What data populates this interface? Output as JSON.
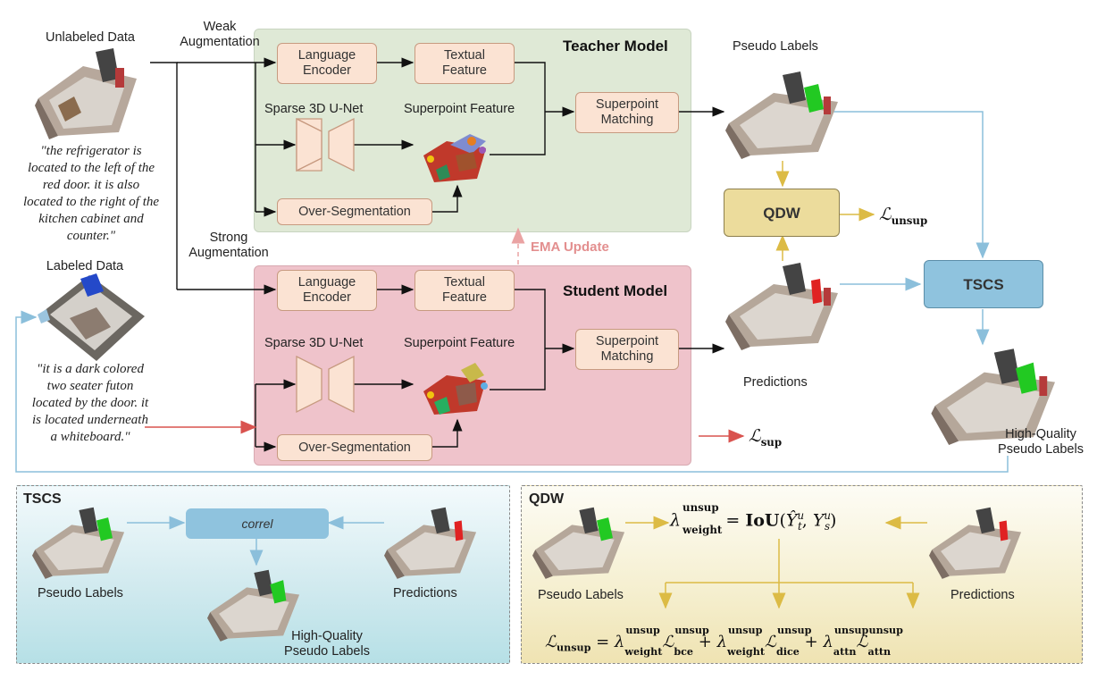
{
  "unlabeled_title": "Unlabeled Data",
  "unlabeled_quote": "\"the refrigerator is\nlocated to the left of the\nred door. it is also\nlocated to the right of the\nkitchen cabinet and\ncounter.\"",
  "labeled_title": "Labeled Data",
  "labeled_quote": "\"it is a dark colored\ntwo seater futon\nlocated by the door. it\nis located underneath\na whiteboard.\"",
  "weak_aug": "Weak\nAugmentation",
  "strong_aug": "Strong\nAugmentation",
  "teacher": {
    "title": "Teacher Model",
    "language_encoder": "Language\nEncoder",
    "textual_feature": "Textual\nFeature",
    "superpoint_matching": "Superpoint\nMatching",
    "unet": "Sparse 3D U-Net",
    "superpoint_feature": "Superpoint Feature",
    "over_seg": "Over-Segmentation"
  },
  "student": {
    "title": "Student Model",
    "language_encoder": "Language\nEncoder",
    "textual_feature": "Textual\nFeature",
    "superpoint_matching": "Superpoint\nMatching",
    "unet": "Sparse 3D U-Net",
    "superpoint_feature": "Superpoint Feature",
    "over_seg": "Over-Segmentation"
  },
  "ema_update": "EMA Update",
  "pseudo_labels": "Pseudo Labels",
  "predictions": "Predictions",
  "qdw": "QDW",
  "tscs": "TSCS",
  "hq_pseudo": "High-Quality\nPseudo Labels",
  "loss_unsup": {
    "symbol": "ℒ",
    "sub": "unsup"
  },
  "loss_sup": {
    "symbol": "ℒ",
    "sub": "sup"
  },
  "tscs_panel": {
    "title": "TSCS",
    "correl": "correl",
    "pseudo_labels": "Pseudo Labels",
    "predictions": "Predictions",
    "hq": "High-Quality\nPseudo Labels"
  },
  "qdw_panel": {
    "title": "QDW",
    "pseudo_labels": "Pseudo Labels",
    "predictions": "Predictions",
    "weight_formula": "λ_weight^unsup = IoU(Ŷ_t^u, Y_s^u)",
    "loss_formula": "ℒ_unsup = λ_weight^unsup ℒ_bce^unsup + λ_weight^unsup ℒ_dice^unsup + λ_attn^unsup ℒ_attn^unsup"
  },
  "colors": {
    "teacher_bg": "#dfe9d6",
    "student_bg": "#efc3cb",
    "box_fill": "#fbe3d3",
    "qdw_fill": "#ecdc9c",
    "tscs_fill": "#8fc3de",
    "blue_arrow": "#8bbfdb",
    "gold_arrow": "#dcbb45",
    "red_arrow": "#d9534f",
    "ema_arrow": "#e8a0a0"
  }
}
